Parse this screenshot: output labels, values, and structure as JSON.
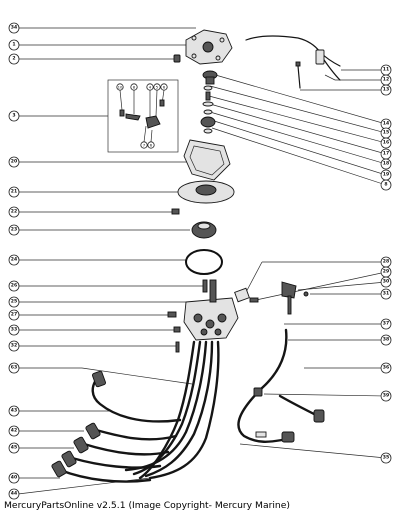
{
  "caption": "MercuryPartsOnline v2.5.1 (Image Copyright- Mercury Marine)",
  "callouts": {
    "c34": "34",
    "c1": "1",
    "c2": "2",
    "c3": "3",
    "c20": "20",
    "c21": "21",
    "c22": "22",
    "c23": "23",
    "c24": "24",
    "c26": "26",
    "c25": "25",
    "c27": "27",
    "c33": "33",
    "c32": "32",
    "c63": "63",
    "c43": "43",
    "c42": "42",
    "c45": "45",
    "c40": "40",
    "c44": "44",
    "c11": "11",
    "c12": "12",
    "c13": "13",
    "c14": "14",
    "c15": "15",
    "c16": "16",
    "c17": "17",
    "c18": "18",
    "c19": "19",
    "c8": "8",
    "c28": "28",
    "c29": "29",
    "c30": "30",
    "c31": "31",
    "c37": "37",
    "c38": "38",
    "c36": "36",
    "c39": "39",
    "c35": "35"
  },
  "inset_labels": [
    "10",
    "8",
    "4",
    "5",
    "6",
    "7",
    "6",
    "9"
  ]
}
